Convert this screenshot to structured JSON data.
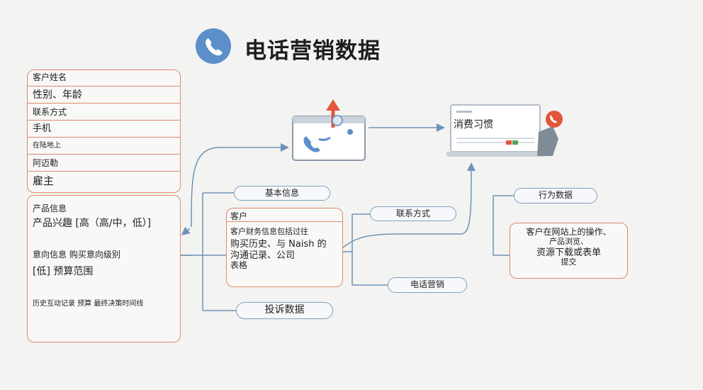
{
  "title": "电话营销数据",
  "left_card": {
    "rows": [
      "客户姓名",
      "性别、年龄",
      "联系方式",
      "手机",
      "在陆地上",
      "阿迈勒",
      "雇主"
    ]
  },
  "product_card": {
    "heading": "产品信息",
    "interest": "产品兴趣 [高（高/中，低）]",
    "intent": "意向信息 购买意向级别",
    "budget": "[低] 预算范围",
    "history": "历史互动记录 预算 最终决策时间线"
  },
  "center": {
    "basic_info": "基本信息",
    "customer_title": "客户",
    "customer_line1": "客户财务信息包括过往",
    "customer_line2": "购买历史、与 Naish 的",
    "customer_line3": "沟通记录、公司",
    "customer_line4": "表格",
    "complaint": "投诉数据",
    "contact": "联系方式",
    "telemarketing": "电话营销"
  },
  "right": {
    "consumption": "消费习惯",
    "behavior": "行为数据",
    "behavior_line1": "客户在网站上的操作、",
    "behavior_line2": "产品浏览、",
    "behavior_line3": "资源下载或表单",
    "behavior_line4": "提交"
  },
  "colors": {
    "accent_blue": "#5b8fc9",
    "card_border": "#e08a6a",
    "pill_border": "#7f9fbe",
    "arrow_red": "#e2563a"
  }
}
